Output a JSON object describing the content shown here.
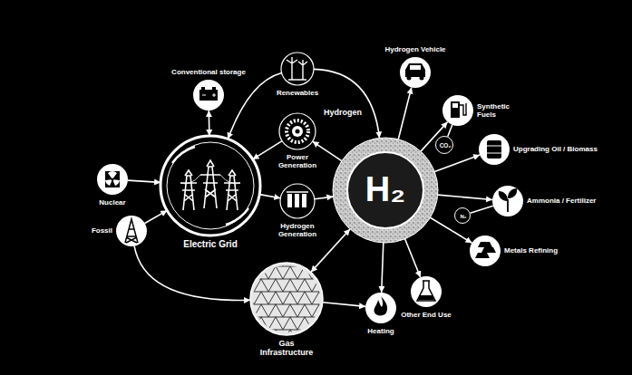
{
  "diagram": {
    "nodes": [
      {
        "text": [
          "Conventional storage"
        ]
      },
      {
        "text": [
          "Renewables"
        ]
      },
      {
        "text": [
          "Hydrogen Vehicle"
        ]
      },
      {
        "text": [
          "Synthetic Fuels"
        ]
      },
      {
        "text": [
          "Hydrogen",
          "H₂"
        ]
      },
      {
        "text": [
          "Power Generation"
        ]
      },
      {
        "text": [
          "CO₂"
        ]
      },
      {
        "text": [
          "Upgrading Oil / Biomass"
        ]
      },
      {
        "text": [
          "Nuclear"
        ]
      },
      {
        "text": [
          "Electric Grid"
        ]
      },
      {
        "text": [
          "Hydrogen Generation"
        ]
      },
      {
        "text": [
          "Ammonia / Fertilizer"
        ]
      },
      {
        "text": [
          "N₂"
        ]
      },
      {
        "text": [
          "Fossil"
        ]
      },
      {
        "text": [
          "Metals Refining"
        ]
      },
      {
        "text": [
          "Other End Use"
        ]
      },
      {
        "text": [
          "Heating"
        ]
      },
      {
        "text": [
          "Gas Infrastructure"
        ]
      }
    ],
    "edges": [
      {
        "from": 0,
        "to": 9,
        "arrow": "both"
      },
      {
        "from": 1,
        "to": 9,
        "arrow": "to"
      },
      {
        "from": 1,
        "to": 4,
        "arrow": "to"
      },
      {
        "from": 5,
        "to": 9,
        "arrow": "to"
      },
      {
        "from": 4,
        "to": 5,
        "arrow": "to"
      },
      {
        "from": 9,
        "to": 10,
        "arrow": "to"
      },
      {
        "from": 10,
        "to": 4,
        "arrow": "to"
      },
      {
        "from": 8,
        "to": 9,
        "arrow": "to"
      },
      {
        "from": 13,
        "to": 9,
        "arrow": "to"
      },
      {
        "from": 13,
        "to": 17,
        "arrow": "to"
      },
      {
        "from": 17,
        "to": 16,
        "arrow": "to"
      },
      {
        "from": 4,
        "to": 17,
        "arrow": "both"
      },
      {
        "from": 4,
        "to": 2,
        "arrow": "to"
      },
      {
        "from": 4,
        "to": 3,
        "arrow": "to"
      },
      {
        "from": 4,
        "to": 7,
        "arrow": "to"
      },
      {
        "from": 4,
        "to": 11,
        "arrow": "to"
      },
      {
        "from": 4,
        "to": 14,
        "arrow": "to"
      },
      {
        "from": 4,
        "to": 15,
        "arrow": "to"
      },
      {
        "from": 4,
        "to": 16,
        "arrow": "to"
      },
      {
        "from": 6,
        "to": 3,
        "arrow": "none"
      },
      {
        "from": 12,
        "to": 11,
        "arrow": "none"
      }
    ]
  }
}
